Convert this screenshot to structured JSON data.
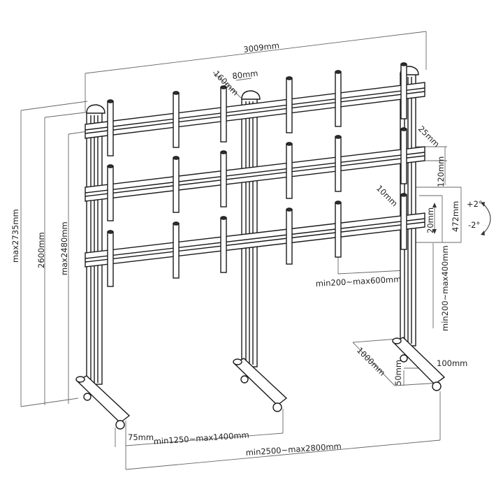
{
  "diagram": {
    "subject": "Three-column video wall floor stand (3x3 mount) with dimensions",
    "dimensions": {
      "overall_width": "3009mm",
      "arm_offset": "160mm",
      "arm_width": "80mm",
      "rail_depth": "25mm",
      "rail_spacing": "120mm",
      "rail_profile": "10mm",
      "micro_adjust": "20mm",
      "vertical_span": "472mm",
      "tilt_plus": "+2°",
      "tilt_minus": "-2°",
      "bracket_spacing": "min200~max600mm",
      "vertical_pitch": "min200~max400mm",
      "max_height": "max2735mm",
      "column_height": "2600mm",
      "max_mount_height": "max2480mm",
      "base_depth": "1000mm",
      "base_width": "100mm",
      "wheel_height": "50mm",
      "caster_offset": "75mm",
      "column_spacing": "min1250~max1400mm",
      "total_spacing": "min2500~max2800mm"
    },
    "colors": {
      "line": "#1a1a1a",
      "dim_line": "#555555",
      "fill": "#ffffff",
      "text": "#222222"
    }
  }
}
